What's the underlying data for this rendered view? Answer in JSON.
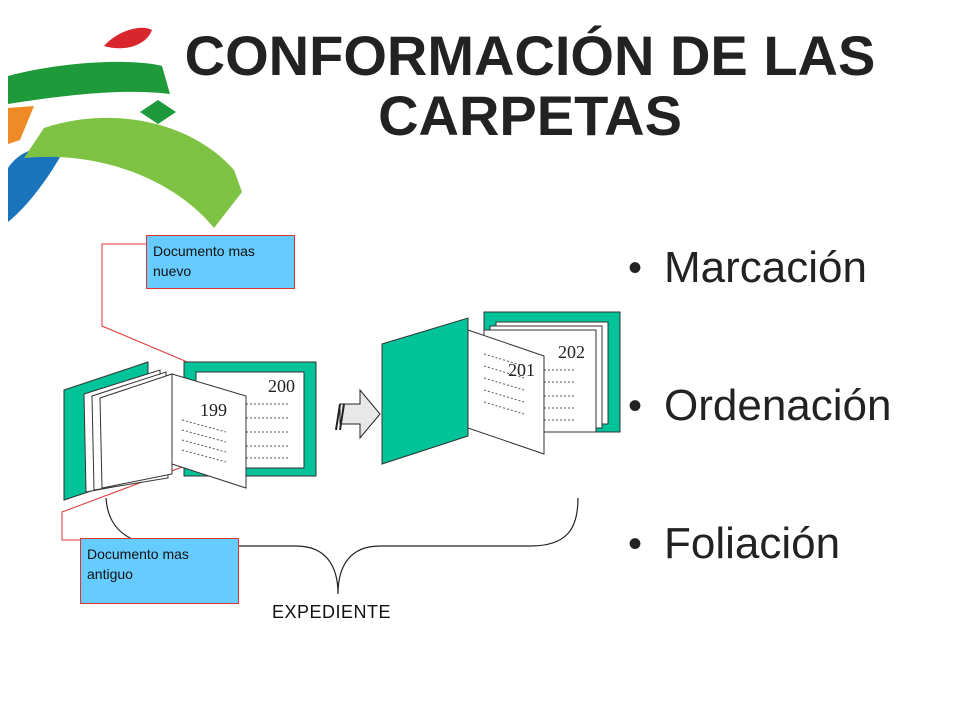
{
  "title": "CONFORMACIÓN DE LAS CARPETAS",
  "bullets": [
    "Marcación",
    "Ordenación",
    "Foliación"
  ],
  "callouts": {
    "newest": "Documento mas nuevo",
    "oldest": "Documento mas antiguo"
  },
  "folios": {
    "left_open": "199",
    "left_back": "200",
    "right_front": "201",
    "right_back": "202"
  },
  "expediente_label": "EXPEDIENTE",
  "colors": {
    "folder": "#00c39a",
    "callout_fill": "#66ccff",
    "callout_border": "#dd3333",
    "logo_green_dark": "#1f9a3a",
    "logo_green_light": "#7dc242",
    "logo_red": "#d8262c",
    "logo_orange": "#f08a24",
    "logo_blue": "#1a74bb"
  }
}
